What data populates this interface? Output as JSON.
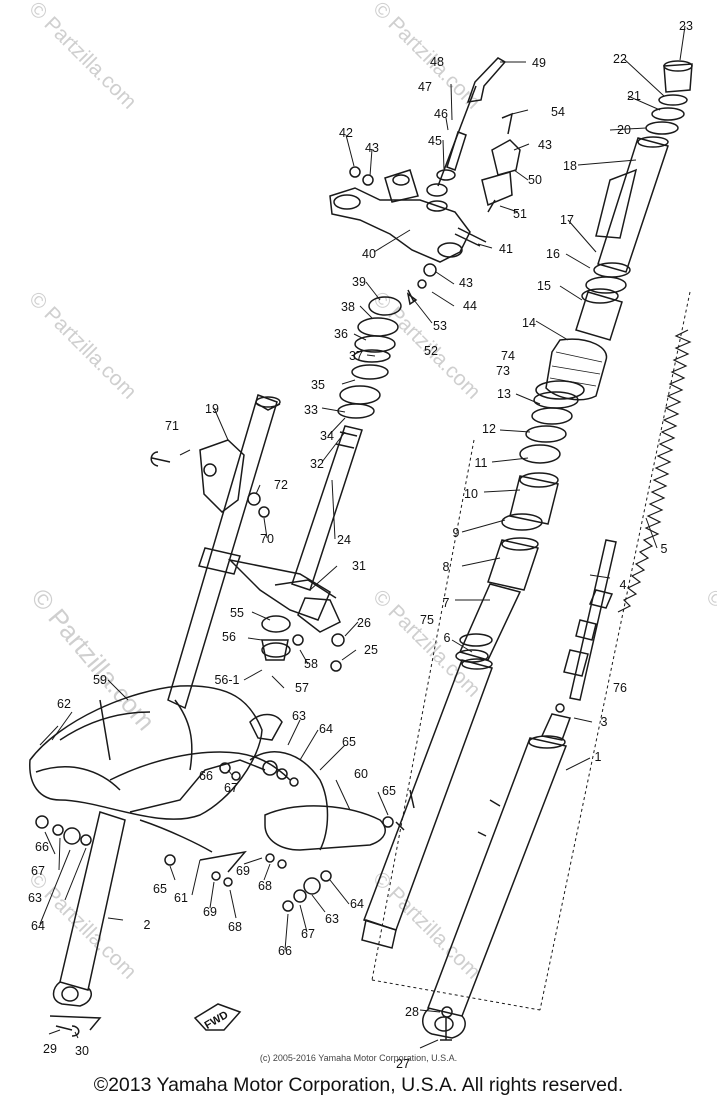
{
  "watermark": "© Partzilla.com",
  "small_copyright": "(c) 2005-2016 Yamaha Motor Corporation, U.S.A.",
  "main_copyright": "©2013 Yamaha Motor Corporation, U.S.A. All rights reserved.",
  "fwd_label": "FWD",
  "callouts": [
    "1",
    "2",
    "3",
    "4",
    "5",
    "6",
    "7",
    "8",
    "9",
    "10",
    "11",
    "12",
    "13",
    "14",
    "15",
    "16",
    "17",
    "18",
    "19",
    "20",
    "21",
    "22",
    "23",
    "24",
    "25",
    "26",
    "27",
    "28",
    "29",
    "30",
    "31",
    "32",
    "33",
    "34",
    "35",
    "36",
    "37",
    "38",
    "39",
    "40",
    "41",
    "42",
    "43",
    "43",
    "43",
    "44",
    "45",
    "46",
    "47",
    "48",
    "49",
    "50",
    "51",
    "52",
    "53",
    "54",
    "55",
    "56",
    "56-1",
    "57",
    "58",
    "59",
    "60",
    "61",
    "62",
    "63",
    "63",
    "63",
    "64",
    "64",
    "64",
    "65",
    "65",
    "65",
    "66",
    "66",
    "66",
    "67",
    "67",
    "67",
    "68",
    "68",
    "69",
    "69",
    "70",
    "71",
    "72",
    "73",
    "73",
    "74",
    "74",
    "75",
    "76"
  ],
  "colors": {
    "line": "#1a1a1a",
    "watermark": "#cfcfcf",
    "background": "#ffffff"
  }
}
